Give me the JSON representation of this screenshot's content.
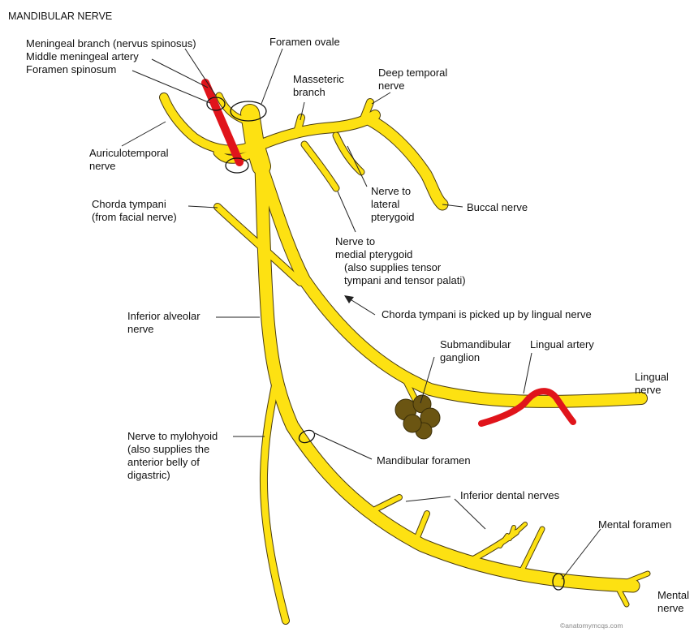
{
  "title": "MANDIBULAR NERVE",
  "credit": "©anatomymcqs.com",
  "colors": {
    "nerve": "#FDE112",
    "nerve_outline": "#4a3c10",
    "artery": "#E0141B",
    "ganglion": "#6B5512",
    "background": "#ffffff"
  },
  "labels": {
    "meningeal_branch": "Meningeal branch (nervus spinosus)",
    "middle_meningeal_artery": "Middle meningeal artery",
    "foramen_spinosum": "Foramen spinosum",
    "foramen_ovale": "Foramen ovale",
    "masseteric_1": "Masseteric",
    "masseteric_2": "branch",
    "deep_temporal_1": "Deep temporal",
    "deep_temporal_2": "nerve",
    "auriculotemporal_1": "Auriculotemporal",
    "auriculotemporal_2": "nerve",
    "lateral_pterygoid_1": "Nerve to",
    "lateral_pterygoid_2": "lateral",
    "lateral_pterygoid_3": "pterygoid",
    "buccal": "Buccal nerve",
    "chorda_1": "Chorda tympani",
    "chorda_2": "(from facial nerve)",
    "medial_pterygoid_1": "Nerve to",
    "medial_pterygoid_2": "medial pterygoid",
    "medial_pterygoid_3": "(also supplies tensor",
    "medial_pterygoid_4": "tympani and tensor palati)",
    "inferior_alveolar_1": "Inferior alveolar",
    "inferior_alveolar_2": "nerve",
    "chorda_picked_up": "Chorda tympani is picked up by lingual nerve",
    "submandibular_1": "Submandibular",
    "submandibular_2": "ganglion",
    "lingual_artery": "Lingual artery",
    "lingual_1": "Lingual",
    "lingual_2": "nerve",
    "mylohyoid_1": "Nerve to mylohyoid",
    "mylohyoid_2": "(also supplies the",
    "mylohyoid_3": "anterior belly of",
    "mylohyoid_4": "digastric)",
    "mandibular_foramen": "Mandibular foramen",
    "inferior_dental": "Inferior dental nerves",
    "mental_foramen": "Mental foramen",
    "mental_1": "Mental",
    "mental_2": "nerve"
  },
  "icons": {
    "arrow": "arrow-icon"
  }
}
